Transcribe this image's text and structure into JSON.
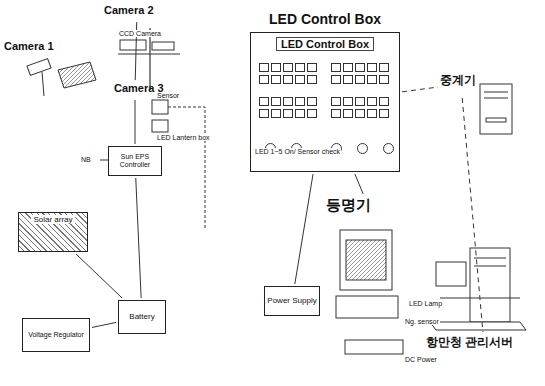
{
  "diagram": {
    "nodes": [
      {
        "text": [
          "LED Control Box",
          "LED Control Box"
        ]
      },
      {
        "text": [
          "중계기"
        ]
      },
      {
        "text": [
          "항만청 관리서버"
        ]
      },
      {
        "text": [
          "등명기"
        ]
      },
      {
        "text": [
          "Power Supply"
        ]
      },
      {
        "text": [
          "Sun EPS Controller"
        ]
      },
      {
        "text": [
          "Camera 1"
        ]
      },
      {
        "text": [
          "Camera 2"
        ]
      },
      {
        "text": [
          "Camera 3"
        ]
      },
      {
        "text": [
          "Solar array"
        ]
      },
      {
        "text": [
          "Voltage Regulator"
        ]
      },
      {
        "text": [
          "Battery"
        ]
      }
    ],
    "edges": [
      {
        "from": 0,
        "to": 1,
        "arrow": "none"
      },
      {
        "from": 1,
        "to": 2,
        "arrow": "none"
      },
      {
        "from": 0,
        "to": 3,
        "arrow": "none"
      },
      {
        "from": 0,
        "to": 4,
        "arrow": "none"
      },
      {
        "from": 5,
        "to": 8,
        "arrow": "none"
      },
      {
        "from": 8,
        "to": 7,
        "arrow": "none"
      },
      {
        "from": 9,
        "to": 11,
        "arrow": "none"
      },
      {
        "from": 10,
        "to": 11,
        "arrow": "none"
      },
      {
        "from": 11,
        "to": 5,
        "arrow": "none"
      }
    ],
    "labels": [
      "CCD Camera",
      "Sensor",
      "LED Lantern box",
      "NB",
      "Ng. sensor",
      "DC Power",
      "LED 1~5 On/ Sensor check",
      "LED Lamp"
    ]
  }
}
